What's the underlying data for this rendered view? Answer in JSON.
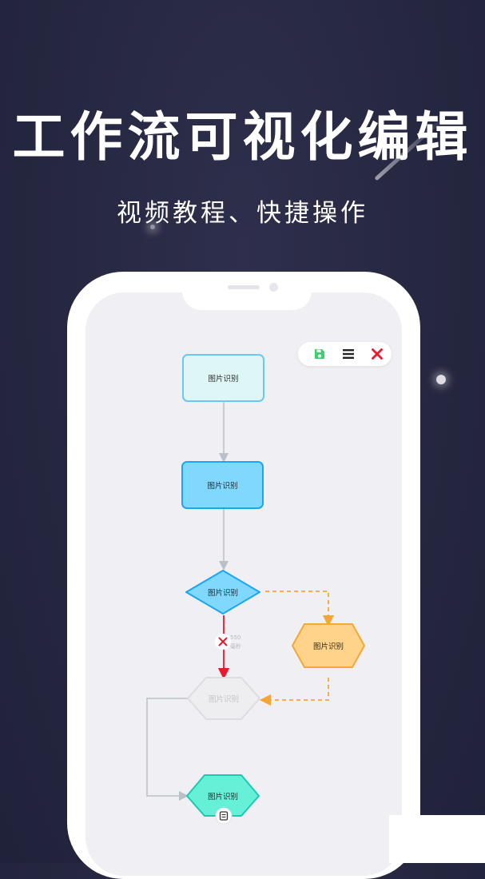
{
  "hero": {
    "title": "工作流可视化编辑",
    "subtitle": "视频教程、快捷操作"
  },
  "toolbar": {
    "save_icon": "save-icon",
    "menu_icon": "menu-icon",
    "close_icon": "close-icon",
    "colors": {
      "save": "#3ecf6e",
      "menu": "#222222",
      "close": "#e8192c"
    }
  },
  "flow": {
    "nodes": [
      {
        "label": "图片识别",
        "shape": "rectangle",
        "state": "default"
      },
      {
        "label": "图片识别",
        "shape": "rectangle",
        "state": "active"
      },
      {
        "label": "图片识别",
        "shape": "diamond",
        "state": "condition"
      },
      {
        "label": "图片识别",
        "shape": "diamond",
        "state": "alternate"
      },
      {
        "label": "图片识别",
        "shape": "diamond",
        "state": "disabled"
      },
      {
        "label": "图片识别",
        "shape": "diamond",
        "state": "end"
      }
    ],
    "delay_label_1": "550",
    "delay_label_2": "毫秒",
    "colors": {
      "connector": "#b9c0c6",
      "failed_branch": "#e8192c",
      "alt_branch": "#f5a637",
      "node_default_fill": "#dff6f6",
      "node_active_fill": "#80d8ff",
      "node_condition_fill": "#80d8ff",
      "node_alternate_fill": "#ffd48a",
      "node_end_fill": "#66f0d8"
    }
  }
}
